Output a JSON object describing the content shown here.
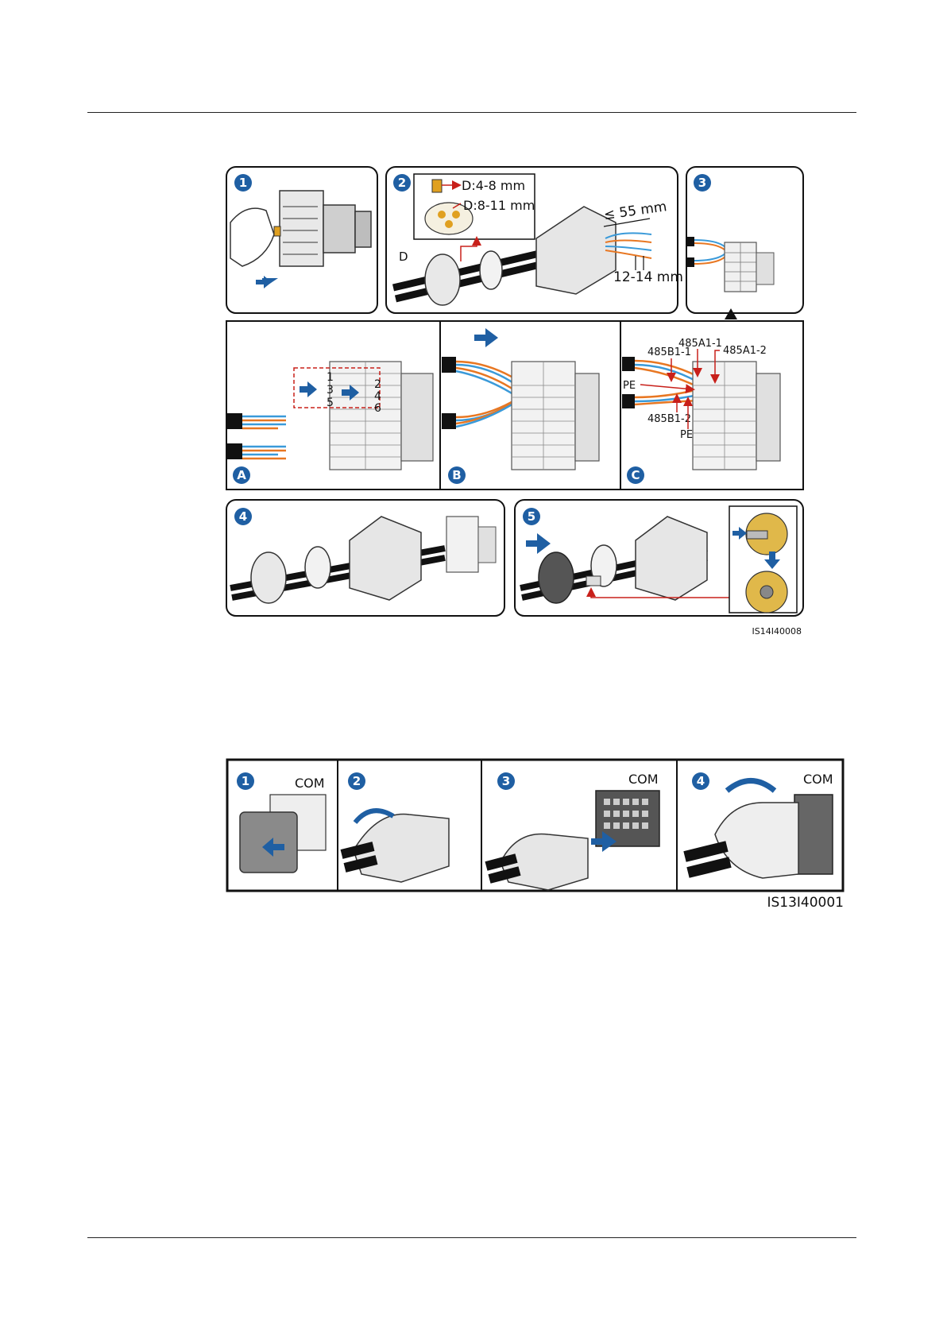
{
  "fig1": {
    "steps": [
      "1",
      "2",
      "3",
      "4",
      "5"
    ],
    "substeps": [
      "A",
      "B",
      "C"
    ],
    "dim_d1": "D:4-8 mm",
    "dim_d2": "D:8-11 mm",
    "dim_d": "D",
    "dim_strip": "≤ 55 mm",
    "dim_insul": "12-14 mm",
    "pins": [
      "1",
      "2",
      "3",
      "4",
      "5",
      "6"
    ],
    "lbl_485b1_1": "485B1-1",
    "lbl_485a1_1": "485A1-1",
    "lbl_485a1_2": "485A1-2",
    "lbl_pe1": "PE",
    "lbl_485b1_2": "485B1-2",
    "lbl_pe2": "PE",
    "code": "IS14I40008"
  },
  "fig2": {
    "steps": [
      "1",
      "2",
      "3",
      "4"
    ],
    "com": "COM",
    "code": "IS13I40001"
  },
  "colors": {
    "accent": "#1f5fa3",
    "wire_orange": "#e87722",
    "wire_blue": "#3a9ad9",
    "callout_red": "#c8201a"
  }
}
